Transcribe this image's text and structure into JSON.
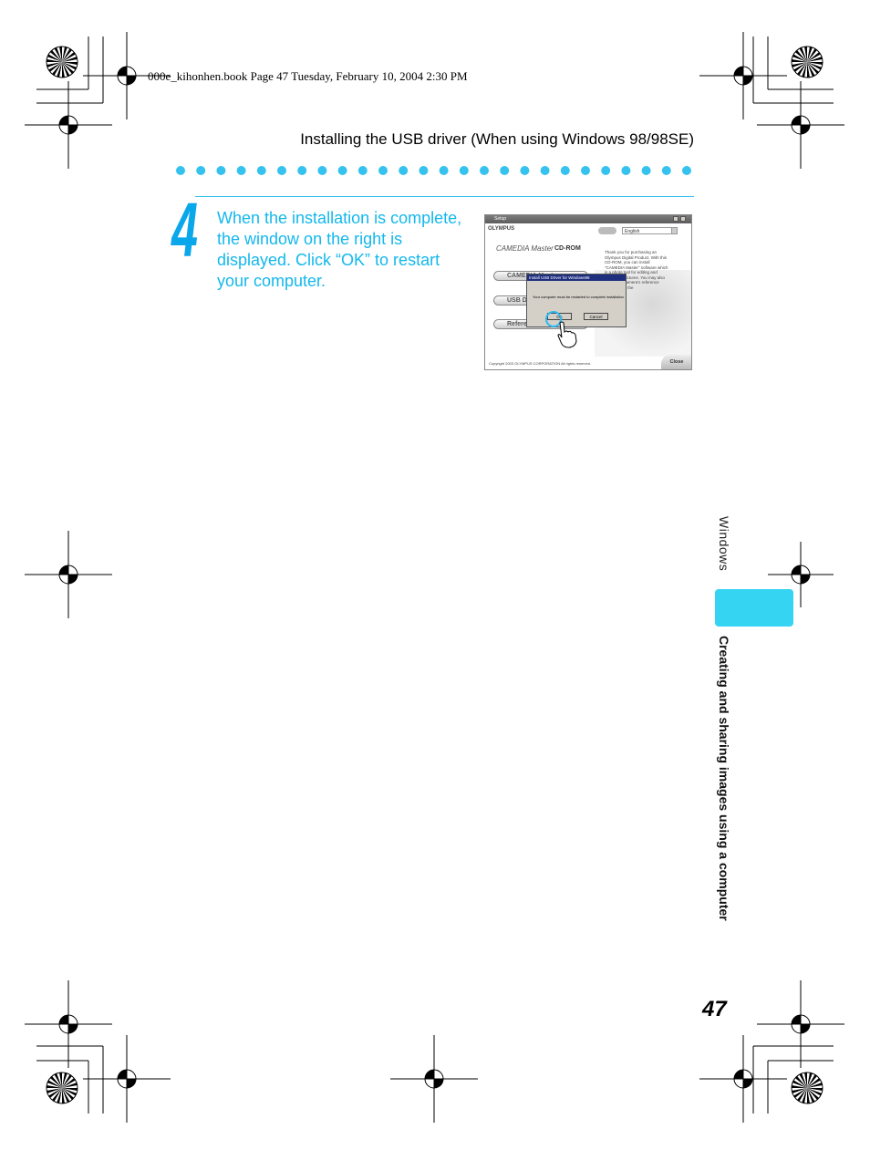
{
  "slug": "000e_kihonhen.book  Page 47  Tuesday, February 10, 2004  2:30 PM",
  "header": "Installing the USB driver (When using Windows 98/98SE)",
  "step": {
    "number": "4",
    "text": "When the installation is complete, the window on the right is displayed. Click “OK” to restart your computer."
  },
  "side_tab": {
    "section_label": "Windows",
    "chapter_label": "Creating and sharing images using a computer"
  },
  "page_number": "47",
  "colors": {
    "accent": "#13b8ec",
    "tab": "#35d4f2"
  },
  "screenshot": {
    "window_title": "Setup",
    "brand": "OLYMPUS",
    "product": "CAMEDIA Master",
    "product_suffix": "CD-ROM",
    "language": "English",
    "menu_buttons": [
      "CAMEDIA Master",
      "USB Driver",
      "Reference Manual"
    ],
    "description": "Thank you for purchasing an Olympus Digital Product. With this CD-ROM, you can install \"CAMEDIA Master\" software which is a photo tool for editing and managing pictures. You may also open your camera's reference manual with the",
    "dialog": {
      "title": "Install USB Driver for Windows98",
      "message": "Your computer must be restarted to complete installation.",
      "ok": "OK",
      "cancel": "Cancel"
    },
    "copyright": "Copyright 2003 OLYMPUS CORPORATION All rights reserved.",
    "close": "Close"
  }
}
